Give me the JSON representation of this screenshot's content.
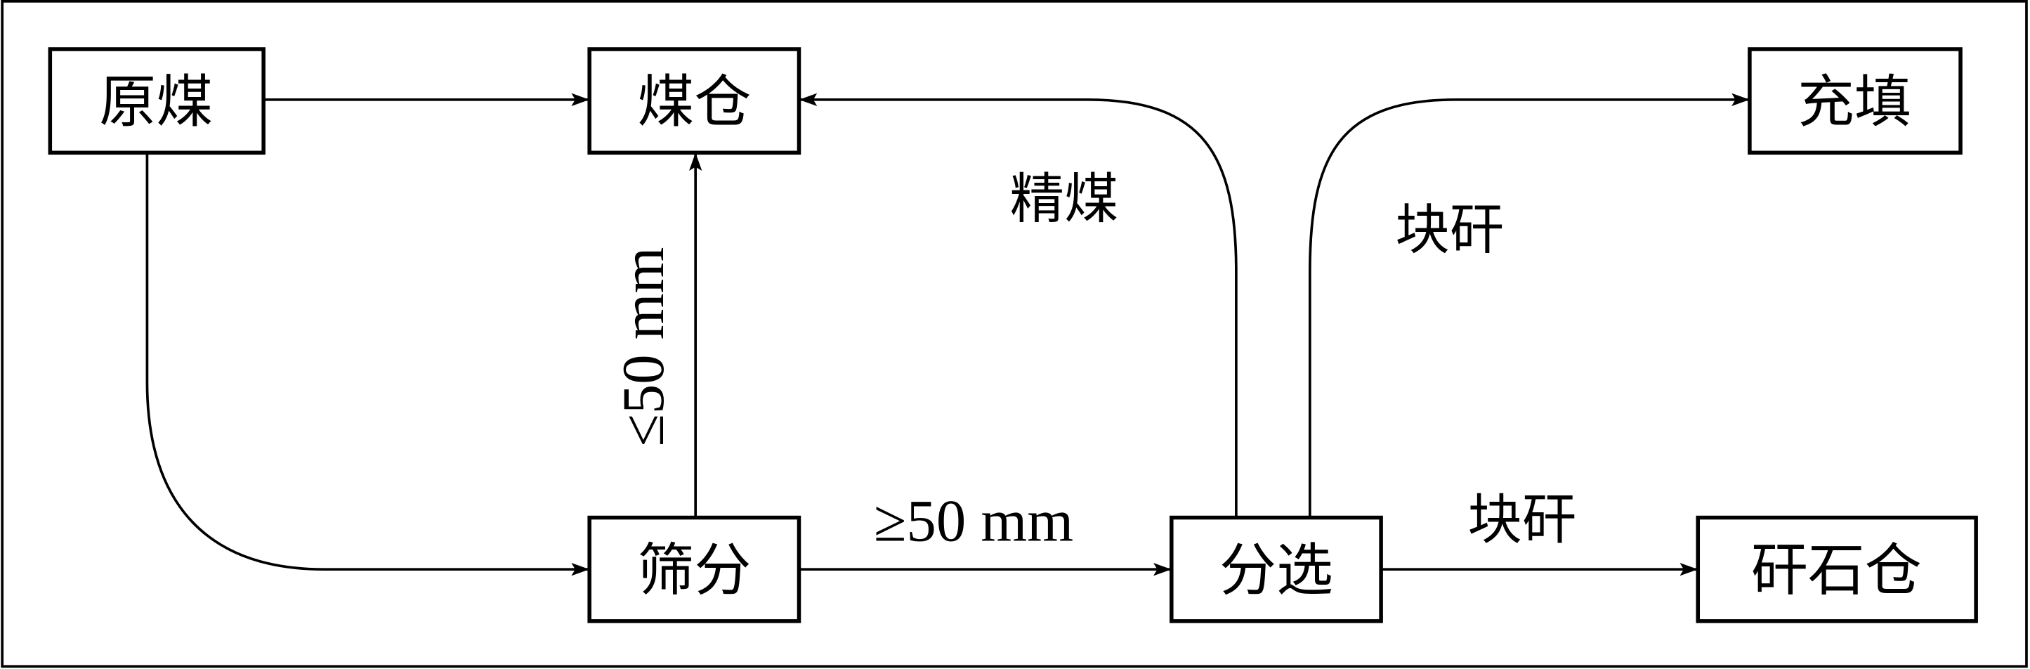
{
  "nodes": {
    "raw_coal": "原煤",
    "coal_bin": "煤仓",
    "backfill": "充填",
    "screening": "筛分",
    "separation": "分选",
    "gangue_bin": "矸石仓"
  },
  "labels": {
    "clean_coal": "精煤",
    "lump_gangue_top": "块矸",
    "lump_gangue_bottom": "块矸",
    "le_50mm": "≤50 mm",
    "ge_50mm": "≥50 mm"
  }
}
